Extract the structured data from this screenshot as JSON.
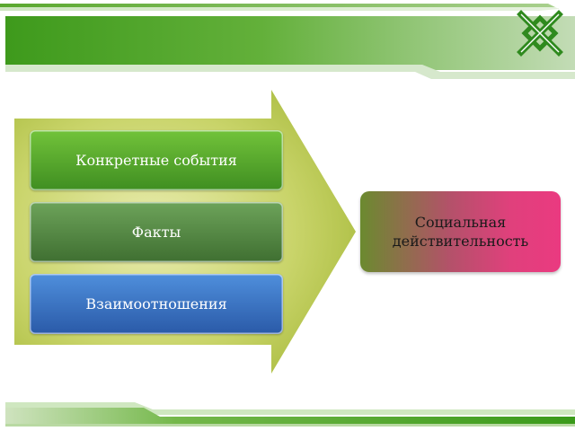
{
  "diagram": {
    "inputs": [
      {
        "label": "Конкретные события",
        "color": "#4f9f2a"
      },
      {
        "label": "Факты",
        "color": "#52854a"
      },
      {
        "label": "Взаимоотношения",
        "color": "#3a75c4"
      }
    ],
    "result": {
      "line1": "Социальная",
      "line2": "действительность",
      "color": "#d94a7a"
    },
    "arrow_color": "#b9c94a"
  },
  "theme": {
    "header_color": "#4fae2a",
    "footer_color": "#3f9a1f",
    "logo_icon": "interlaced-cross-logo"
  }
}
